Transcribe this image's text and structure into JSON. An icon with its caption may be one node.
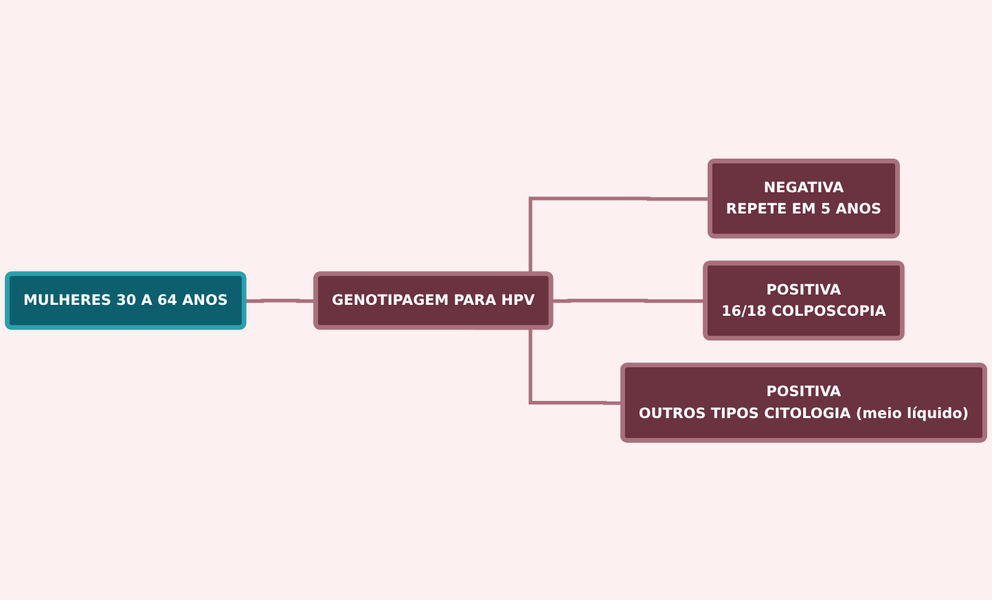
{
  "diagram": {
    "nodes": [
      {
        "text": [
          "MULHERES 30 A 64 ANOS"
        ]
      },
      {
        "text": [
          "GENOTIPAGEM PARA HPV"
        ]
      },
      {
        "text": [
          "NEGATIVA",
          "REPETE EM 5 ANOS"
        ]
      },
      {
        "text": [
          "POSITIVA",
          "16/18 COLPOSCOPIA"
        ]
      },
      {
        "text": [
          "POSITIVA",
          "OUTROS TIPOS CITOLOGIA (meio líquido)"
        ]
      }
    ],
    "edges": [
      {
        "from": 0,
        "to": 1,
        "arrow": "none"
      },
      {
        "from": 1,
        "to": 2,
        "arrow": "none"
      },
      {
        "from": 1,
        "to": 3,
        "arrow": "none"
      },
      {
        "from": 1,
        "to": 4,
        "arrow": "none"
      }
    ]
  }
}
